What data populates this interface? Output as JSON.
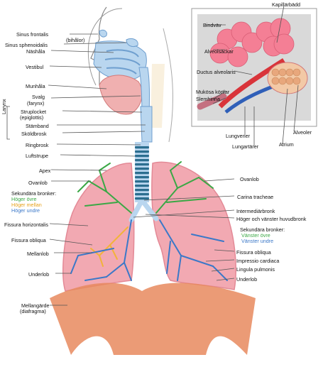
{
  "labels": {
    "sinus_frontalis": "Sinus frontalis",
    "bihalor": "(bihålor)",
    "sinus_sphenoidalis": "Sinus sphenoidalis",
    "nashala": "Näshåla",
    "vestibul": "Vestibul",
    "munhala": "Munhåla",
    "svalg": "Svalg",
    "farynx": "(farynx)",
    "larynx": "Larynx",
    "struplocket": "Struplocket",
    "epiglottis": "(epiglottis)",
    "stamband": "Stämband",
    "skoldbrosk": "Sköldbrosk",
    "ringbrosk": "Ringbrosk",
    "luftstrupe": "Luftstrupe",
    "apex": "Apex",
    "ovanlob_left": "Ovanlob",
    "sekundara_bronker_left": "Sekundära bronker:",
    "hoger_ovre": "Höger övre",
    "hoger_mellan": "Höger mellan",
    "hoger_undre": "Höger undre",
    "fissura_horizontalis": "Fissura horizontalis",
    "fissura_obliqua_left": "Fissura obliqua",
    "mellanlob": "Mellanlob",
    "underlob_left": "Underlob",
    "mellangarde": "Mellangärde",
    "diafragma": "(diafragma)",
    "kapillarbadd": "Kapillärbädd",
    "bindvav": "Bindväv",
    "alveolsackar": "Alveolsäckar",
    "ductus_alveolaris": "Ductus alveolaris",
    "mukosa_kortlar": "Mukösa körtlar",
    "slemhinna": "Slemhinna",
    "lungvener": "Lungvener",
    "lungartarer": "Lungartärer",
    "alveoler": "Alveoler",
    "atrium": "Atrium",
    "ovanlob_right": "Ovanlob",
    "carina_tracheae": "Carina tracheae",
    "intermediarbronk": "Intermediärbronk",
    "hoger_vanster_huvudbronk": "Höger och vänster huvudbronk",
    "sekundara_bronker_right": "Sekundära bronker:",
    "vanster_ovre": "Vänster övre",
    "vanster_undre": "Vänster undre",
    "fissura_obliqua_right": "Fissura obliqua",
    "impressio_cardiaca": "Impressio cardiaca",
    "lingula_pulmonis": "Lingula pulmonis",
    "underlob_right": "Underlob"
  },
  "colors": {
    "lung": "#f2a9b2",
    "lung_dark": "#e38996",
    "diaphragm": "#e88a5e",
    "airway": "#b9d6ef",
    "trachea_ring": "#2b6e8f",
    "bronchus_green": "#3aa845",
    "bronchus_orange": "#f2b33a",
    "bronchus_blue": "#3b78c8",
    "vein": "#2f5fb8",
    "artery": "#d9343a",
    "alveoli": "#f47f95",
    "inset_bg": "#d9d9d9"
  }
}
